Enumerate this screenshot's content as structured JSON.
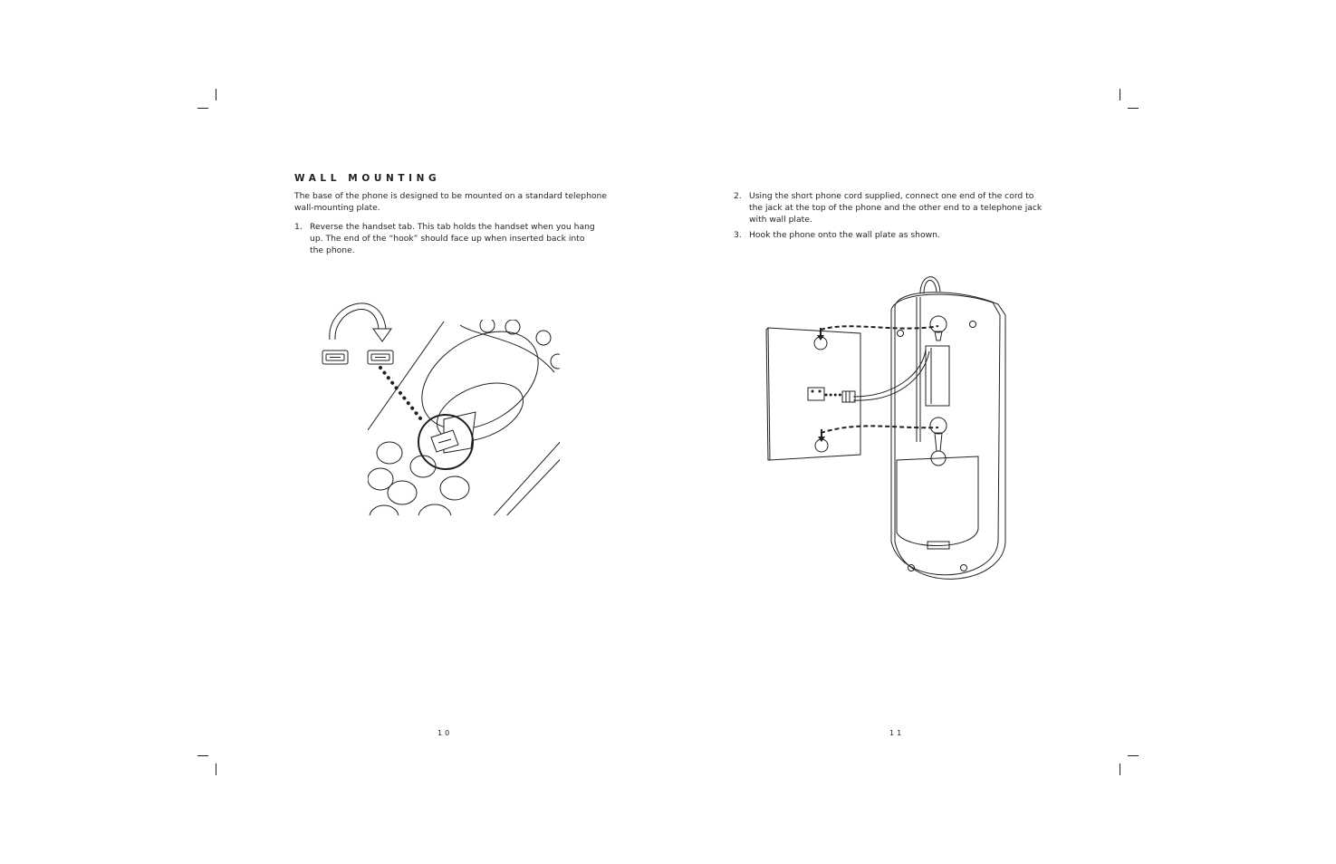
{
  "left_page": {
    "heading": "WALL MOUNTING",
    "intro": [
      "The base of the phone is designed to be mounted on a standard telephone",
      "wall-mounting plate."
    ],
    "steps": [
      {
        "number": "1.",
        "lines": [
          "Reverse the handset tab. This tab holds the handset when you hang",
          "up. The end of the “hook” should face up when inserted back into",
          "the phone."
        ]
      }
    ],
    "page_number": "10"
  },
  "right_page": {
    "steps": [
      {
        "number": "2.",
        "lines": [
          "Using the short phone cord supplied, connect one end of the cord to",
          "the jack at the top of the phone and the other end to a telephone jack",
          "with wall plate."
        ]
      },
      {
        "number": "3.",
        "lines": [
          "Hook the phone onto the wall plate as shown."
        ]
      }
    ],
    "page_number": "11"
  },
  "colors": {
    "ink": "#231f20",
    "paper": "#ffffff"
  }
}
